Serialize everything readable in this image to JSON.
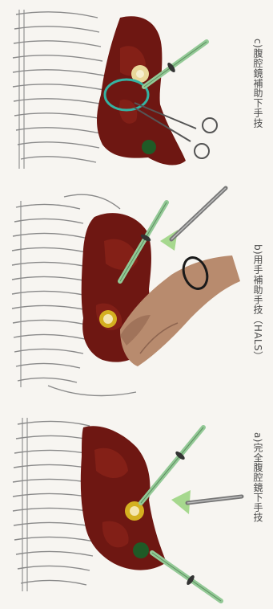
{
  "panels": {
    "a": {
      "caption": "a)完全腹腔鏡下手技"
    },
    "b": {
      "caption": "b)用手補助手技（HALS）"
    },
    "c": {
      "caption": "c)腹腔鏡補助下手技"
    }
  },
  "colors": {
    "liver": "#6e1712",
    "liver_highlight": "#9b2a1f",
    "bone_line": "#888888",
    "instrument_green": "#93c996",
    "tumor_ring": "#d4b020",
    "gallbladder": "#1f5a26",
    "highlight_circle": "#35b3a2",
    "skin": "#b88b6e"
  },
  "icons": {
    "ribcage": "ribcage-icon",
    "liver": "liver-icon",
    "laparoscope": "laparoscope-icon",
    "forceps": "forceps-icon",
    "hand": "hand-icon",
    "wound_ring": "wound-protector-icon"
  }
}
